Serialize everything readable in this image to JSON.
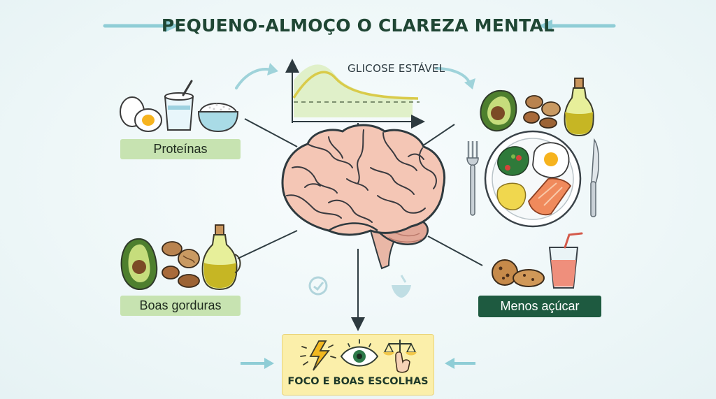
{
  "title": "PEQUENO-ALMOÇO O CLAREZA MENTAL",
  "labels": {
    "proteins": "Proteínas",
    "good_fats": "Boas gorduras",
    "less_sugar": "Menos açúcar"
  },
  "glucose_chart": {
    "label": "GLICOSE ESTÁVEL"
  },
  "result": {
    "label": "FOCO E BOAS ESCOLHAS",
    "icons": [
      "lightning-icon",
      "eye-icon",
      "balance-scale-icon"
    ]
  },
  "icons": {
    "top_left_group": [
      "egg-icon",
      "yogurt-cup-icon",
      "rice-bowl-icon"
    ],
    "bottom_left_group": [
      "avocado-icon",
      "nuts-icon",
      "olive-oil-icon"
    ],
    "top_right_group": [
      "avocado-icon",
      "nuts-icon",
      "olive-oil-icon"
    ],
    "plate": [
      "fork-icon",
      "plate-icon",
      "knife-icon"
    ],
    "bottom_right_group": [
      "cookies-icon",
      "juice-glass-icon"
    ],
    "center": "brain-icon"
  },
  "colors": {
    "title": "#1f4634",
    "label_light": "#c7e3b1",
    "label_dark": "#1e5a40",
    "result_bg": "#fbefaa",
    "arrow": "#8fcdd6"
  }
}
